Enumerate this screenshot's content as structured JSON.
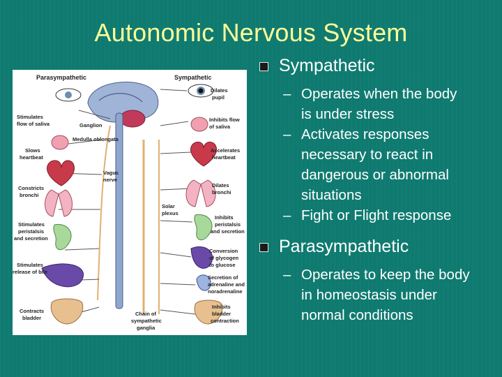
{
  "slide": {
    "title": "Autonomic Nervous System",
    "accent_title_color": "#ffff99",
    "background_color": "#0f7a70"
  },
  "figure": {
    "header_left": "Parasympathetic",
    "header_right": "Sympathetic",
    "labels_left": [
      "Stimulates",
      "flow of saliva",
      "Slows",
      "heartbeat",
      "Constricts",
      "bronchi",
      "Stimulates",
      "peristalsis",
      "and secretion",
      "Stimulates",
      "release of bile",
      "Contracts",
      "bladder"
    ],
    "labels_center": [
      "Ganglion",
      "Medulla oblongata",
      "Vagus",
      "nerve",
      "Solar",
      "plexus",
      "Chain of",
      "sympathetic",
      "ganglia"
    ],
    "labels_right": [
      "Dilates",
      "pupil",
      "Inhibits flow",
      "of saliva",
      "Accelerates",
      "heartbeat",
      "Dilates",
      "bronchi",
      "Inhibits",
      "peristalsis",
      "and secretion",
      "Conversion",
      "of glycogen",
      "to glucose",
      "Secretion of",
      "adrenaline and",
      "noradrenaline",
      "Inhibits",
      "bladder",
      "contraction"
    ]
  },
  "bullets": [
    {
      "text": "Sympathetic",
      "sub": [
        [
          "Operates when the body",
          "is under stress"
        ],
        [
          "Activates responses",
          "necessary to react in",
          "dangerous or abnormal",
          "situations"
        ],
        [
          "Fight or Flight response"
        ]
      ]
    },
    {
      "text": "Parasympathetic",
      "sub": [
        [
          "Operates to keep the body",
          "in homeostasis  under",
          "normal conditions"
        ]
      ]
    }
  ]
}
